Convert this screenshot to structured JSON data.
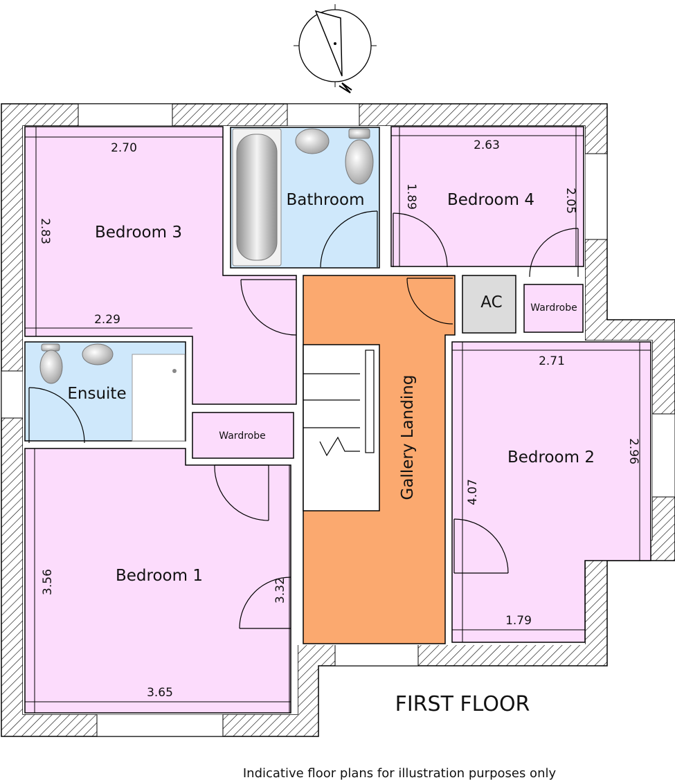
{
  "rooms": {
    "bedroom3": "Bedroom 3",
    "bathroom": "Bathroom",
    "bedroom4": "Bedroom 4",
    "ensuite": "Ensuite",
    "wardrobe_left": "Wardrobe",
    "ac": "AC",
    "wardrobe_right": "Wardrobe",
    "gallery_landing": "Gallery Landing",
    "bedroom2": "Bedroom 2",
    "bedroom1": "Bedroom 1"
  },
  "dimensions": {
    "bed3_width": "2.70",
    "bed3_height": "2.83",
    "bed3_lower_width": "2.29",
    "bed4_width": "2.63",
    "bed4_height_left": "1.89",
    "bed4_height_right": "2.05",
    "bed2_width": "2.71",
    "bed2_height_right": "2.96",
    "bed2_height_left": "4.07",
    "bed2_lower_width": "1.79",
    "bed1_height_left": "3.56",
    "bed1_height_right": "3.32",
    "bed1_width": "3.65"
  },
  "title": "FIRST FLOOR",
  "disclaimer": "Indicative floor plans for illustration purposes only",
  "colors": {
    "bedroom": "#fcdcfc",
    "wet_room": "#cfe8fb",
    "landing": "#fba96f",
    "ac": "#dcdcdc"
  }
}
